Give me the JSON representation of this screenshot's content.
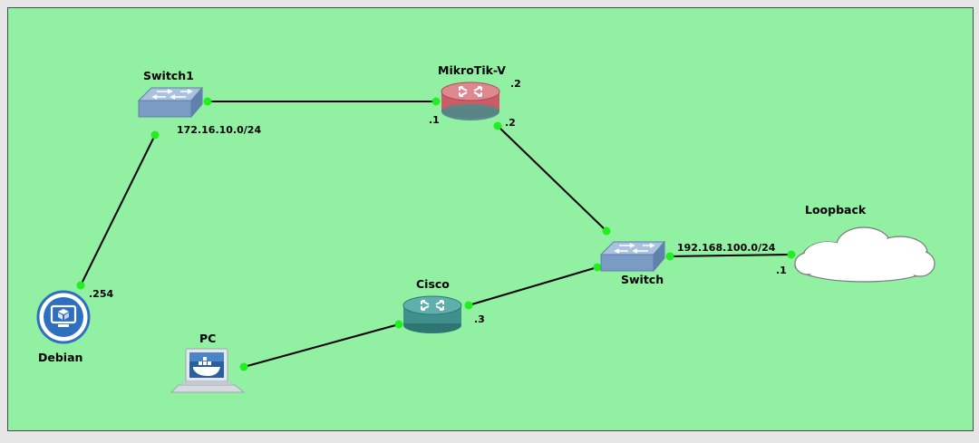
{
  "nodes": {
    "switch1": {
      "label": "Switch1"
    },
    "mikrotik": {
      "label": "MikroTik-V"
    },
    "switch": {
      "label": "Switch"
    },
    "loopback": {
      "label": "Loopback"
    },
    "cisco": {
      "label": "Cisco"
    },
    "pc": {
      "label": "PC"
    },
    "debian": {
      "label": "Debian"
    }
  },
  "networks": {
    "net1": "172.16.10.0/24",
    "net2": "192.168.100.0/24"
  },
  "interfaces": {
    "mikrotik_top": ".2",
    "mikrotik_left": ".1",
    "mikrotik_right": ".2",
    "cisco": ".3",
    "debian": ".254",
    "loopback": ".1"
  },
  "colors": {
    "canvas": "#92f0a2",
    "link_dot": "#22ee22",
    "mikrotik": "#c95c66",
    "cisco": "#3f8f8c",
    "switch": "#7a9cc4",
    "debian_ring": "#2f6fbf"
  }
}
